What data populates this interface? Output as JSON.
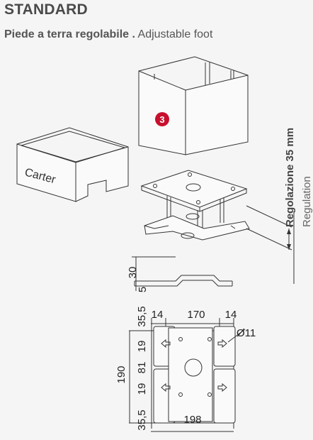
{
  "header": {
    "title": "STANDARD",
    "subtitle_bold": "Piede a terra regolabile .",
    "subtitle_normal": " Adjustable foot"
  },
  "labels": {
    "carter": "Carter",
    "badge": "3",
    "regolazione": "Regolazione 35 mm",
    "regulation": "Regulation"
  },
  "dimensions": {
    "side_height": "30",
    "side_plate": "5",
    "top_margin": "35,5",
    "left_inset": "14",
    "inner_width": "170",
    "right_inset": "14",
    "hole_diameter": "Ø11",
    "slot_top": "19",
    "center_gap": "81",
    "slot_bottom": "19",
    "total_height": "190",
    "bottom_margin": "35,5",
    "total_width": "198"
  },
  "colors": {
    "badge": "#c8102e",
    "text": "#444444"
  }
}
